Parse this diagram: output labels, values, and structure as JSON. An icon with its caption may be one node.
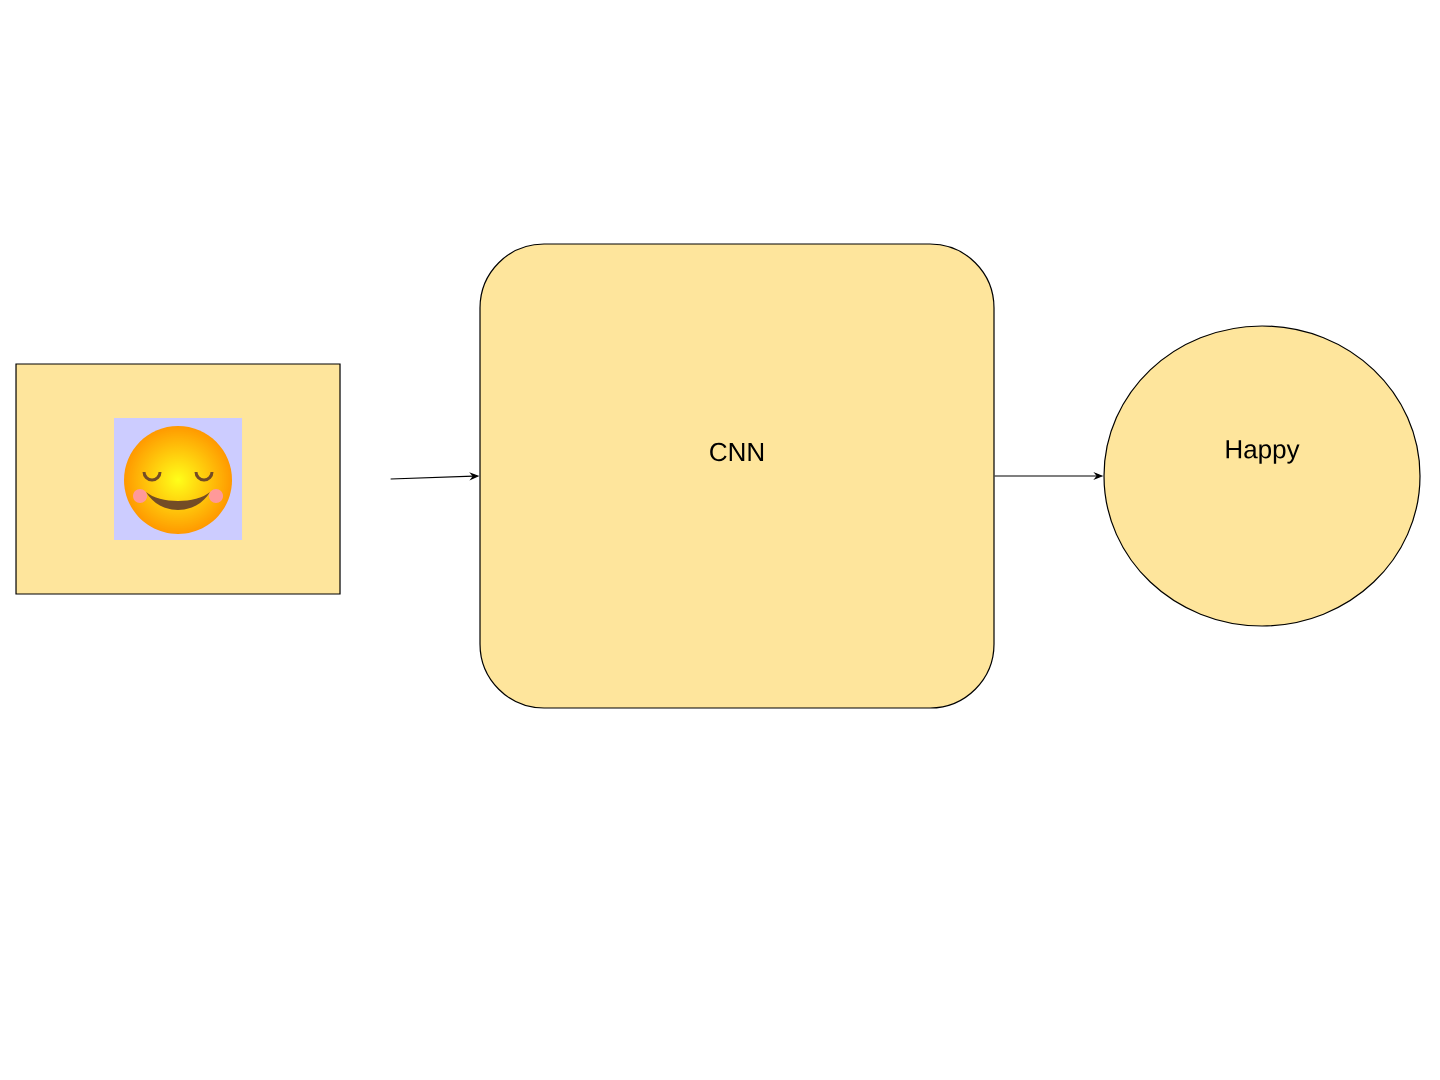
{
  "diagram": {
    "nodes": [
      {
        "text": [],
        "shape": "box"
      },
      {
        "text": [
          "CNN"
        ]
      },
      {
        "text": [
          "Happy"
        ]
      }
    ],
    "edges": [
      {
        "from": 0,
        "to": 1,
        "arrow": "to"
      },
      {
        "from": 1,
        "to": 2,
        "arrow": "to"
      }
    ]
  }
}
